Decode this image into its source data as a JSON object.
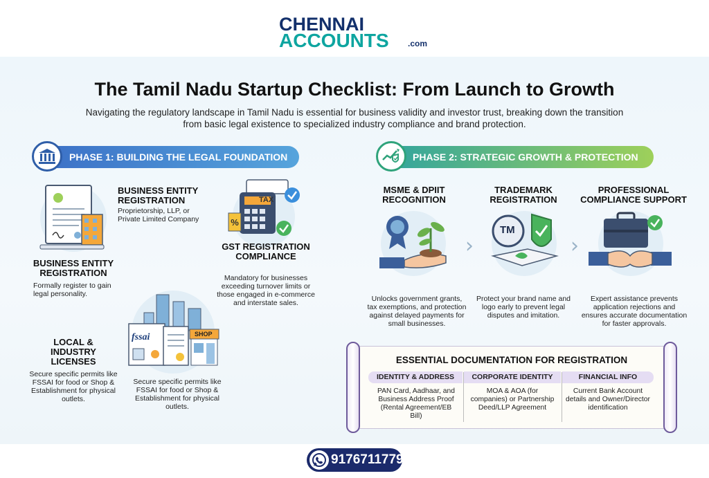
{
  "logo": {
    "line1": "CHENNAI",
    "line2": "ACCOUNTS",
    "suffix": ".com"
  },
  "title": "The Tamil Nadu Startup Checklist: From Launch to Growth",
  "subtitle": "Navigating the regulatory landscape in Tamil Nadu is essential for business validity and investor trust, breaking down the transition from basic legal existence to specialized industry compliance and brand protection.",
  "phase1": {
    "label": "PHASE 1: BUILDING THE LEGAL FOUNDATION",
    "icon": "bank-icon",
    "entity": {
      "heading": "BUSINESS ENTITY REGISTRATION",
      "body": "Proprietorship, LLP, or Private Limited Company",
      "heading2": "BUSINESS ENTITY REGISTRATION",
      "body2": "Formally register to gain legal personality."
    },
    "gst": {
      "tag": "TAX",
      "heading": "GST REGISTRATION COMPLIANCE",
      "body": "Mandatory for businesses exceeding turnover limits or those engaged in e-commerce and interstate sales."
    },
    "licenses": {
      "heading": "LOCAL & INDUSTRY LICENSES",
      "body": "Secure specific permits like FSSAI for food or Shop & Establishment for physical outlets.",
      "body2": "Secure specific permits like FSSAI for food or Shop & Establishment for physical outlets.",
      "fssai": "fssai",
      "shop": "SHOP"
    }
  },
  "phase2": {
    "label": "PHASE 2: STRATEGIC GROWTH & PROTECTION",
    "icon": "growth-shield-icon",
    "items": [
      {
        "heading": "MSME & DPIIT RECOGNITION",
        "body": "Unlocks government grants, tax exemptions, and protection against delayed payments for small businesses."
      },
      {
        "heading": "TRADEMARK REGISTRATION",
        "body": "Protect your brand name and logo early to prevent legal disputes and imitation.",
        "tm": "TM"
      },
      {
        "heading": "PROFESSIONAL COMPLIANCE SUPPORT",
        "body": "Expert assistance prevents application rejections and ensures accurate documentation for faster approvals."
      }
    ]
  },
  "docs": {
    "title": "ESSENTIAL DOCUMENTATION FOR REGISTRATION",
    "columns": [
      {
        "head": "IDENTITY & ADDRESS",
        "body": "PAN Card, Aadhaar, and Business Address Proof (Rental Agreement/EB Bill)"
      },
      {
        "head": "CORPORATE IDENTITY",
        "body": "MOA & AOA (for companies) or Partnership Deed/LLP Agreement"
      },
      {
        "head": "FINANCIAL INFO",
        "body": "Current Bank Account details and Owner/Director identification"
      }
    ]
  },
  "contact": {
    "phone": "9176711779",
    "icon": "whatsapp-icon"
  },
  "colors": {
    "navy": "#13306b",
    "teal": "#0ea5a0",
    "phase1": "#3b6fc6",
    "phase2": "#2fa3a0"
  }
}
